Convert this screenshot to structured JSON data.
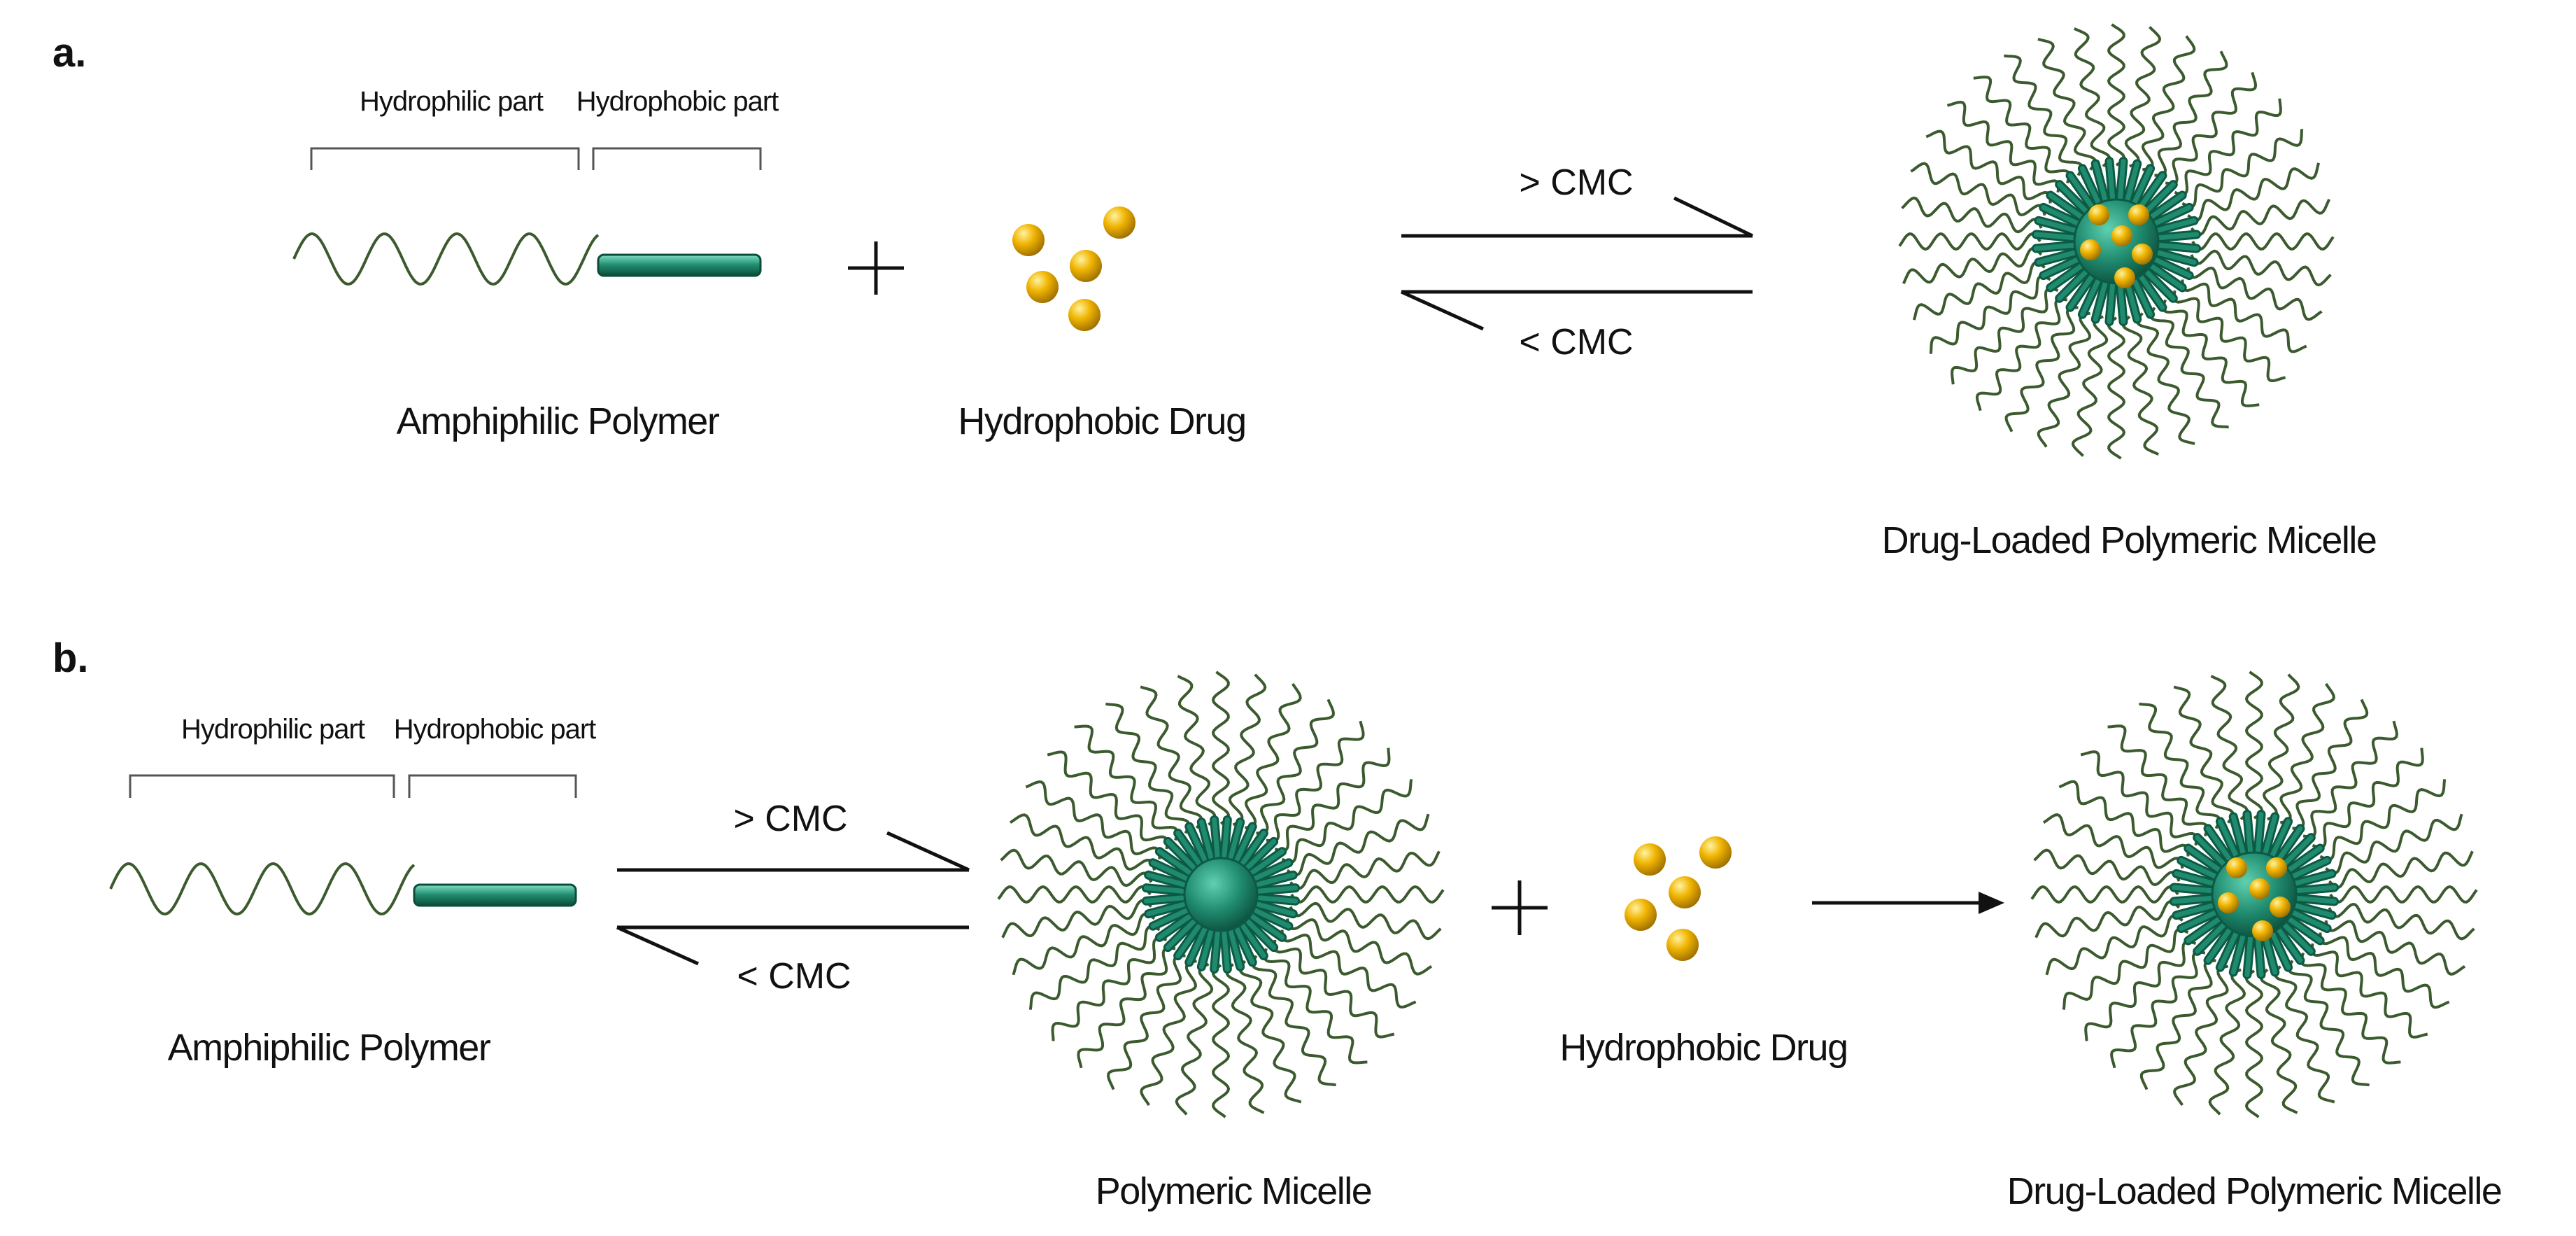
{
  "colors": {
    "chain": "#3b5a2e",
    "core": "#1f8a6e",
    "core_dark": "#0d5a44",
    "drug": "#f0b400",
    "drug_dark": "#a57700",
    "line": "#000000",
    "divider": "#9fd2c4"
  },
  "panel_a": {
    "label": "a.",
    "hydrophilic_label": "Hydrophilic part",
    "hydrophobic_label": "Hydrophobic part",
    "polymer_label": "Amphiphilic Polymer",
    "drug_label": "Hydrophobic Drug",
    "forward_condition": "> CMC",
    "reverse_condition": "< CMC",
    "product_label": "Drug-Loaded Polymeric Micelle"
  },
  "panel_b": {
    "label": "b.",
    "hydrophilic_label": "Hydrophilic part",
    "hydrophobic_label": "Hydrophobic part",
    "polymer_label": "Amphiphilic Polymer",
    "forward_condition": "> CMC",
    "reverse_condition": "< CMC",
    "micelle_label": "Polymeric Micelle",
    "drug_label": "Hydrophobic Drug",
    "product_label": "Drug-Loaded Polymeric Micelle"
  }
}
